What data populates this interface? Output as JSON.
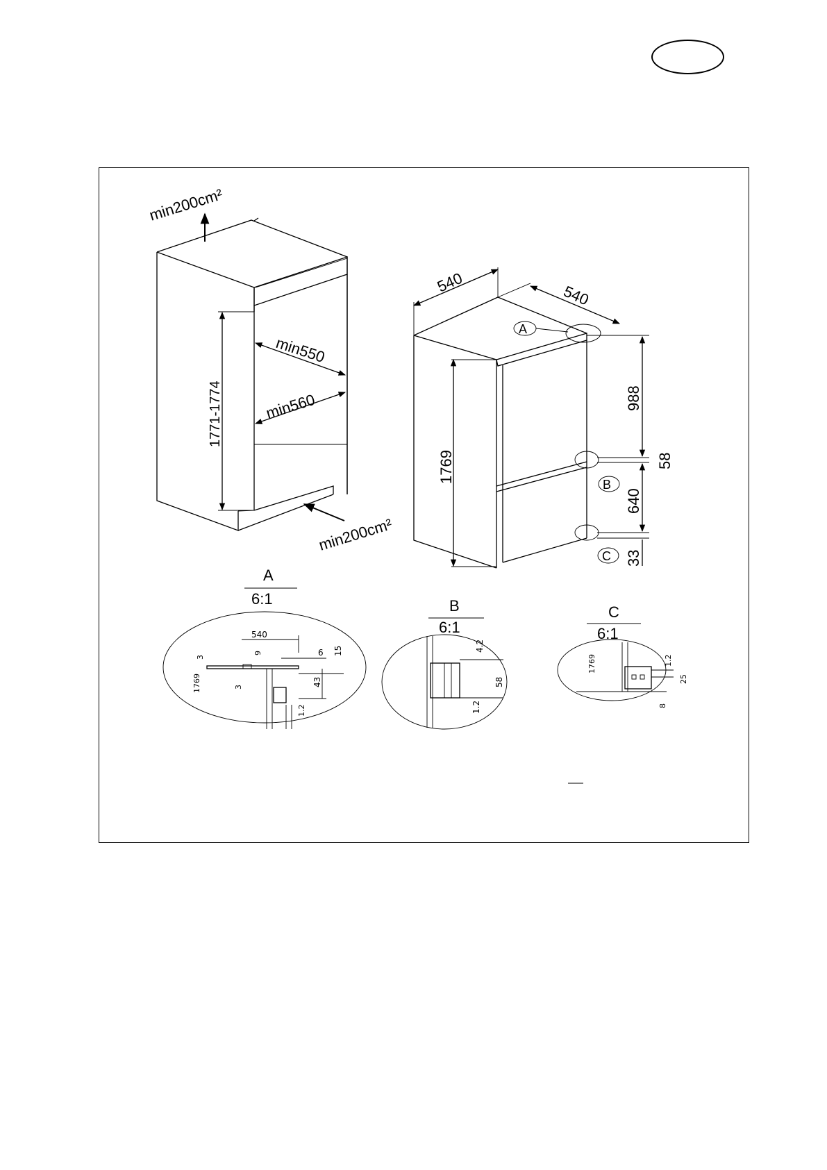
{
  "page": {
    "language_badge": ""
  },
  "niche": {
    "vent_top": "min200cm²",
    "vent_bottom": "min200cm²",
    "depth_min": "min550",
    "width_min": "min560",
    "height_range": "1771-1774"
  },
  "appliance": {
    "width": "540",
    "depth": "540",
    "height": "1769",
    "dim_upper": "988",
    "dim_gap": "58",
    "dim_lower": "640",
    "dim_bottom": "33",
    "marker_a": "A",
    "marker_b": "B",
    "marker_c": "C"
  },
  "details": [
    {
      "label": "A",
      "scale": "6:1",
      "dims": {
        "top": "540",
        "d3a": "3",
        "d9": "9",
        "d6": "6",
        "d15": "15",
        "h1769": "1769",
        "d3b": "3",
        "d43": "43",
        "d12": "1.2"
      }
    },
    {
      "label": "B",
      "scale": "6:1",
      "dims": {
        "d42": "4.2",
        "d58": "58",
        "d12": "1.2"
      }
    },
    {
      "label": "C",
      "scale": "6:1",
      "dims": {
        "h1769": "1769",
        "d12": "1.2",
        "d25": "25",
        "d8": "8"
      }
    }
  ]
}
